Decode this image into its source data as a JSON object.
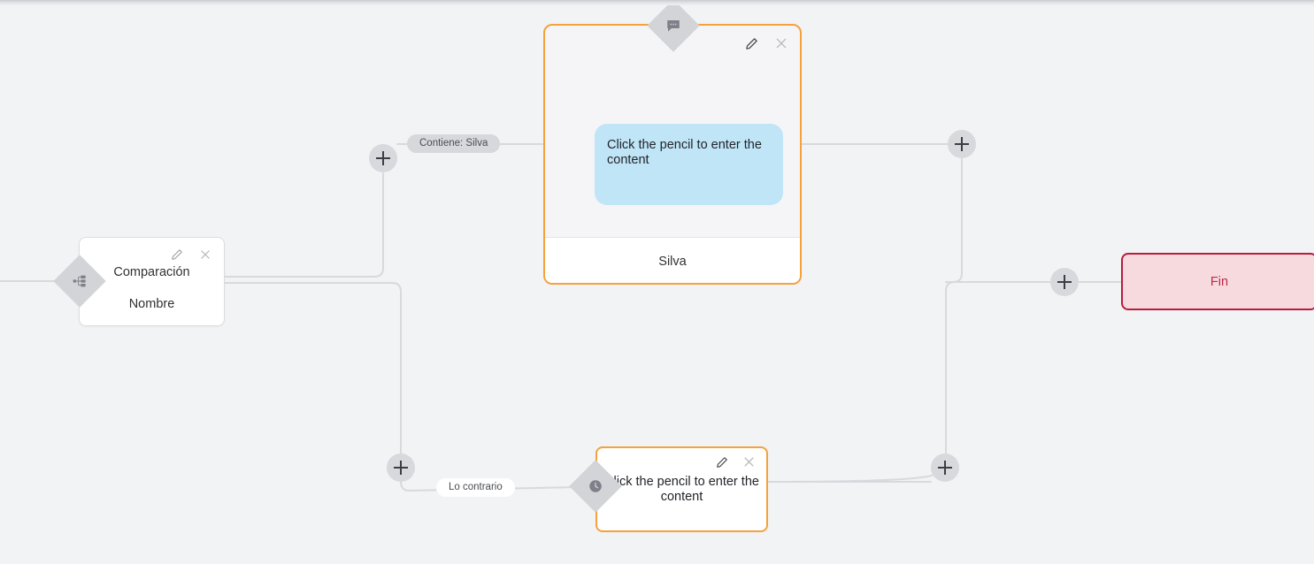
{
  "canvas": {
    "background_color": "#f2f3f5",
    "edge_color": "#d7d9dd"
  },
  "nodes": {
    "comparison": {
      "name": "comparison-node",
      "title": "Comparación",
      "subtitle": "Nombre",
      "handle_icon": "sitemap-icon",
      "tools": {
        "edit": "pencil-icon",
        "close": "close-icon"
      },
      "border_color": "#dcdde1",
      "background_color": "#ffffff"
    },
    "message": {
      "name": "message-node",
      "bubble_text": "Click the pencil to enter the content",
      "footer_label": "Silva",
      "handle_icon": "speech-bubble-icon",
      "tools": {
        "edit": "pencil-icon",
        "close": "close-icon"
      },
      "border_color": "#f5a13c",
      "bubble_color": "#bfe5f7",
      "footer_background": "#ffffff"
    },
    "delay": {
      "name": "delay-node",
      "text": "Click the pencil to enter the content",
      "handle_icon": "clock-icon",
      "tools": {
        "edit": "pencil-icon",
        "close": "close-icon"
      },
      "border_color": "#f5a13c",
      "background_color": "#ffffff"
    },
    "end": {
      "name": "end-node",
      "label": "Fin",
      "border_color": "#b81d3c",
      "background_color": "#f6dade",
      "text_color": "#c0294a"
    }
  },
  "edge_labels": {
    "contains": "Contiene: Silva",
    "otherwise": "Lo contrario"
  },
  "add_buttons": {
    "branch_true_start": "+",
    "branch_true_end": "+",
    "end_connector": "+",
    "branch_false_start": "+",
    "branch_false_end": "+"
  }
}
